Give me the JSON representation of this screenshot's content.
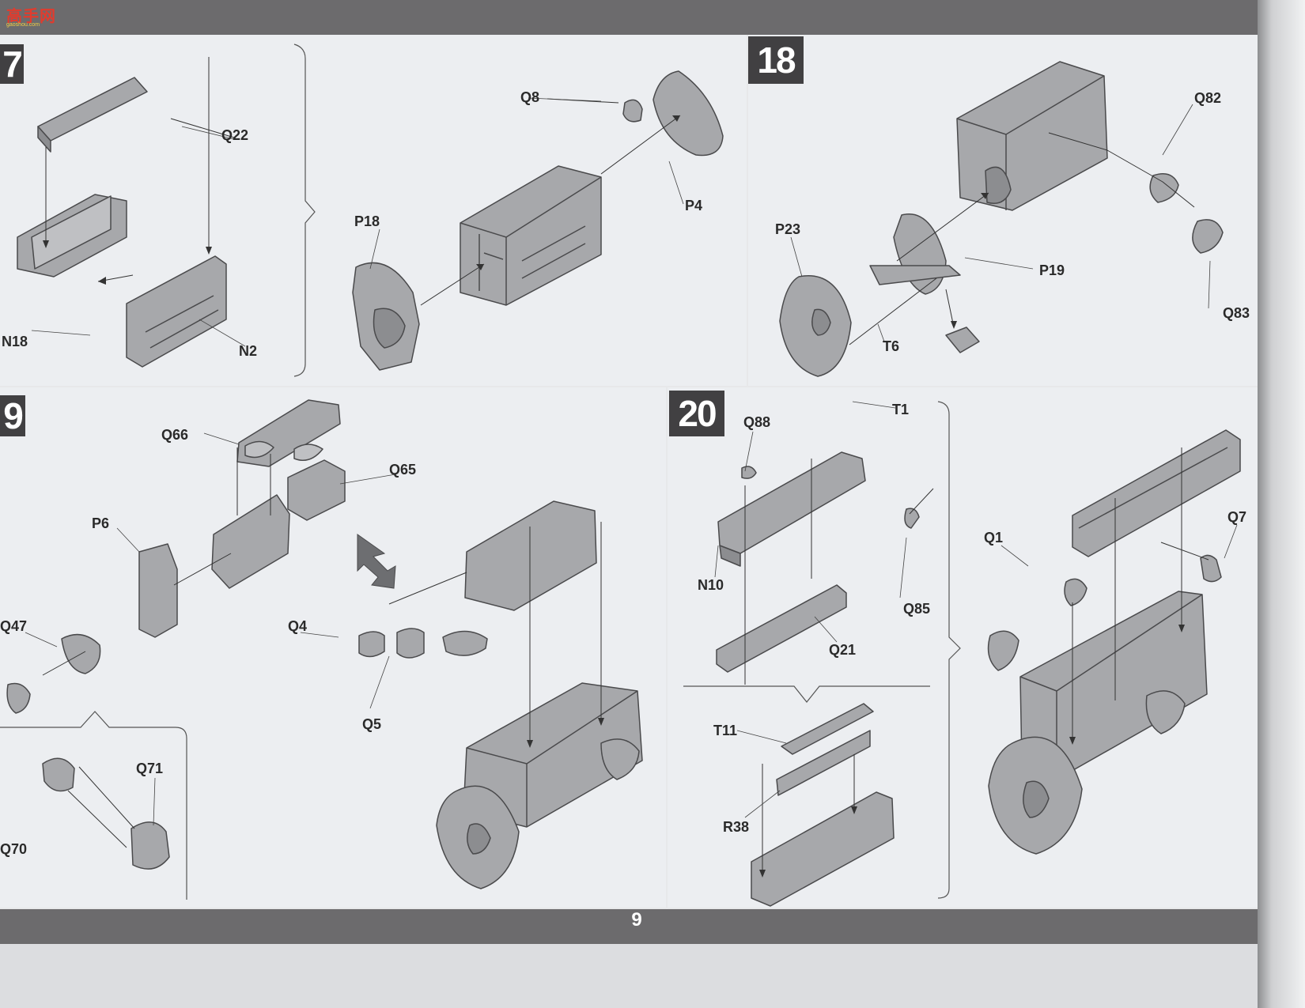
{
  "page": {
    "number": "9"
  },
  "site_logo": {
    "text": "高手网",
    "sub": "gaoshou.com"
  },
  "steps": {
    "s17": {
      "number": "7"
    },
    "s18": {
      "number": "18"
    },
    "s19": {
      "number": "9"
    },
    "s20": {
      "number": "20"
    }
  },
  "parts": {
    "q22": "Q22",
    "n18": "N18",
    "n2": "N2",
    "q8": "Q8",
    "p4": "P4",
    "p18": "P18",
    "q82": "Q82",
    "p23": "P23",
    "p19": "P19",
    "t6": "T6",
    "q83": "Q83",
    "q66": "Q66",
    "q65": "Q65",
    "p6": "P6",
    "q47": "Q47",
    "q4": "Q4",
    "q5": "Q5",
    "q71": "Q71",
    "q70": "Q70",
    "q88": "Q88",
    "t1": "T1",
    "n10": "N10",
    "q85": "Q85",
    "q21": "Q21",
    "t11": "T11",
    "r38": "R38",
    "q1": "Q1",
    "q7": "Q7"
  },
  "colors": {
    "bar": "#6c6b6d",
    "step_box": "#414042",
    "panel": "#eceef1",
    "part_fill": "#a7a8ab",
    "part_dark": "#7d7e81"
  }
}
